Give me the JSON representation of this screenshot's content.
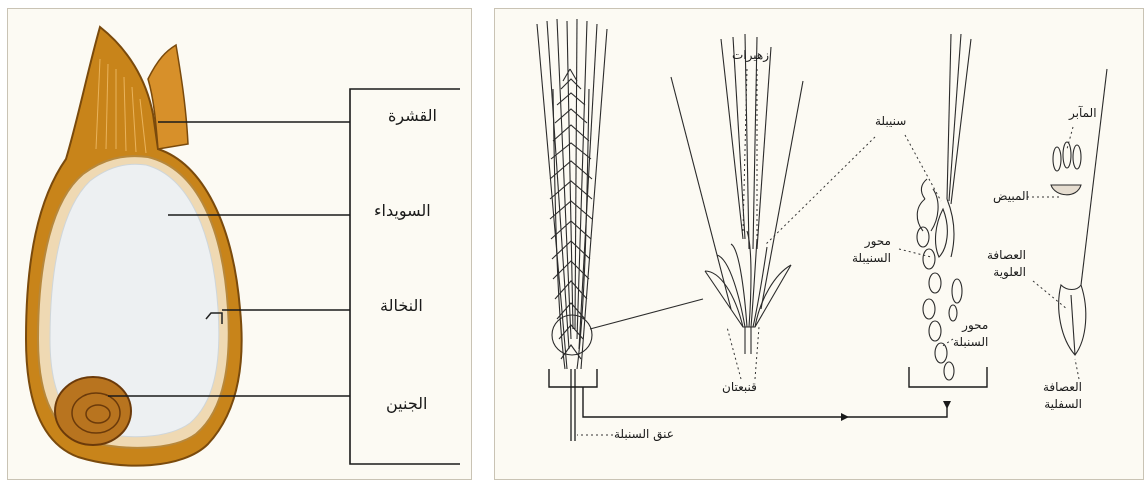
{
  "grain_section": {
    "labels": {
      "husk": "القشرة",
      "endosperm": "السويداء",
      "bran": "النخالة",
      "embryo": "الجنين"
    }
  },
  "spike_structure": {
    "labels": {
      "florets": "زهيرات",
      "glumes": "قنبعتان",
      "spikelet": "سنيبلة",
      "rachilla_line1": "محور",
      "rachilla_line2": "السنيبلة",
      "rachis_line1": "محور",
      "rachis_line2": "السنبلة",
      "peduncle": "عنق السنبلة",
      "stamens": "المآبر",
      "ovary": "المبيض",
      "palea_line1": "العصافة",
      "palea_line2": "العلوية",
      "lemma_line1": "العصافة",
      "lemma_line2": "السفلية"
    }
  }
}
